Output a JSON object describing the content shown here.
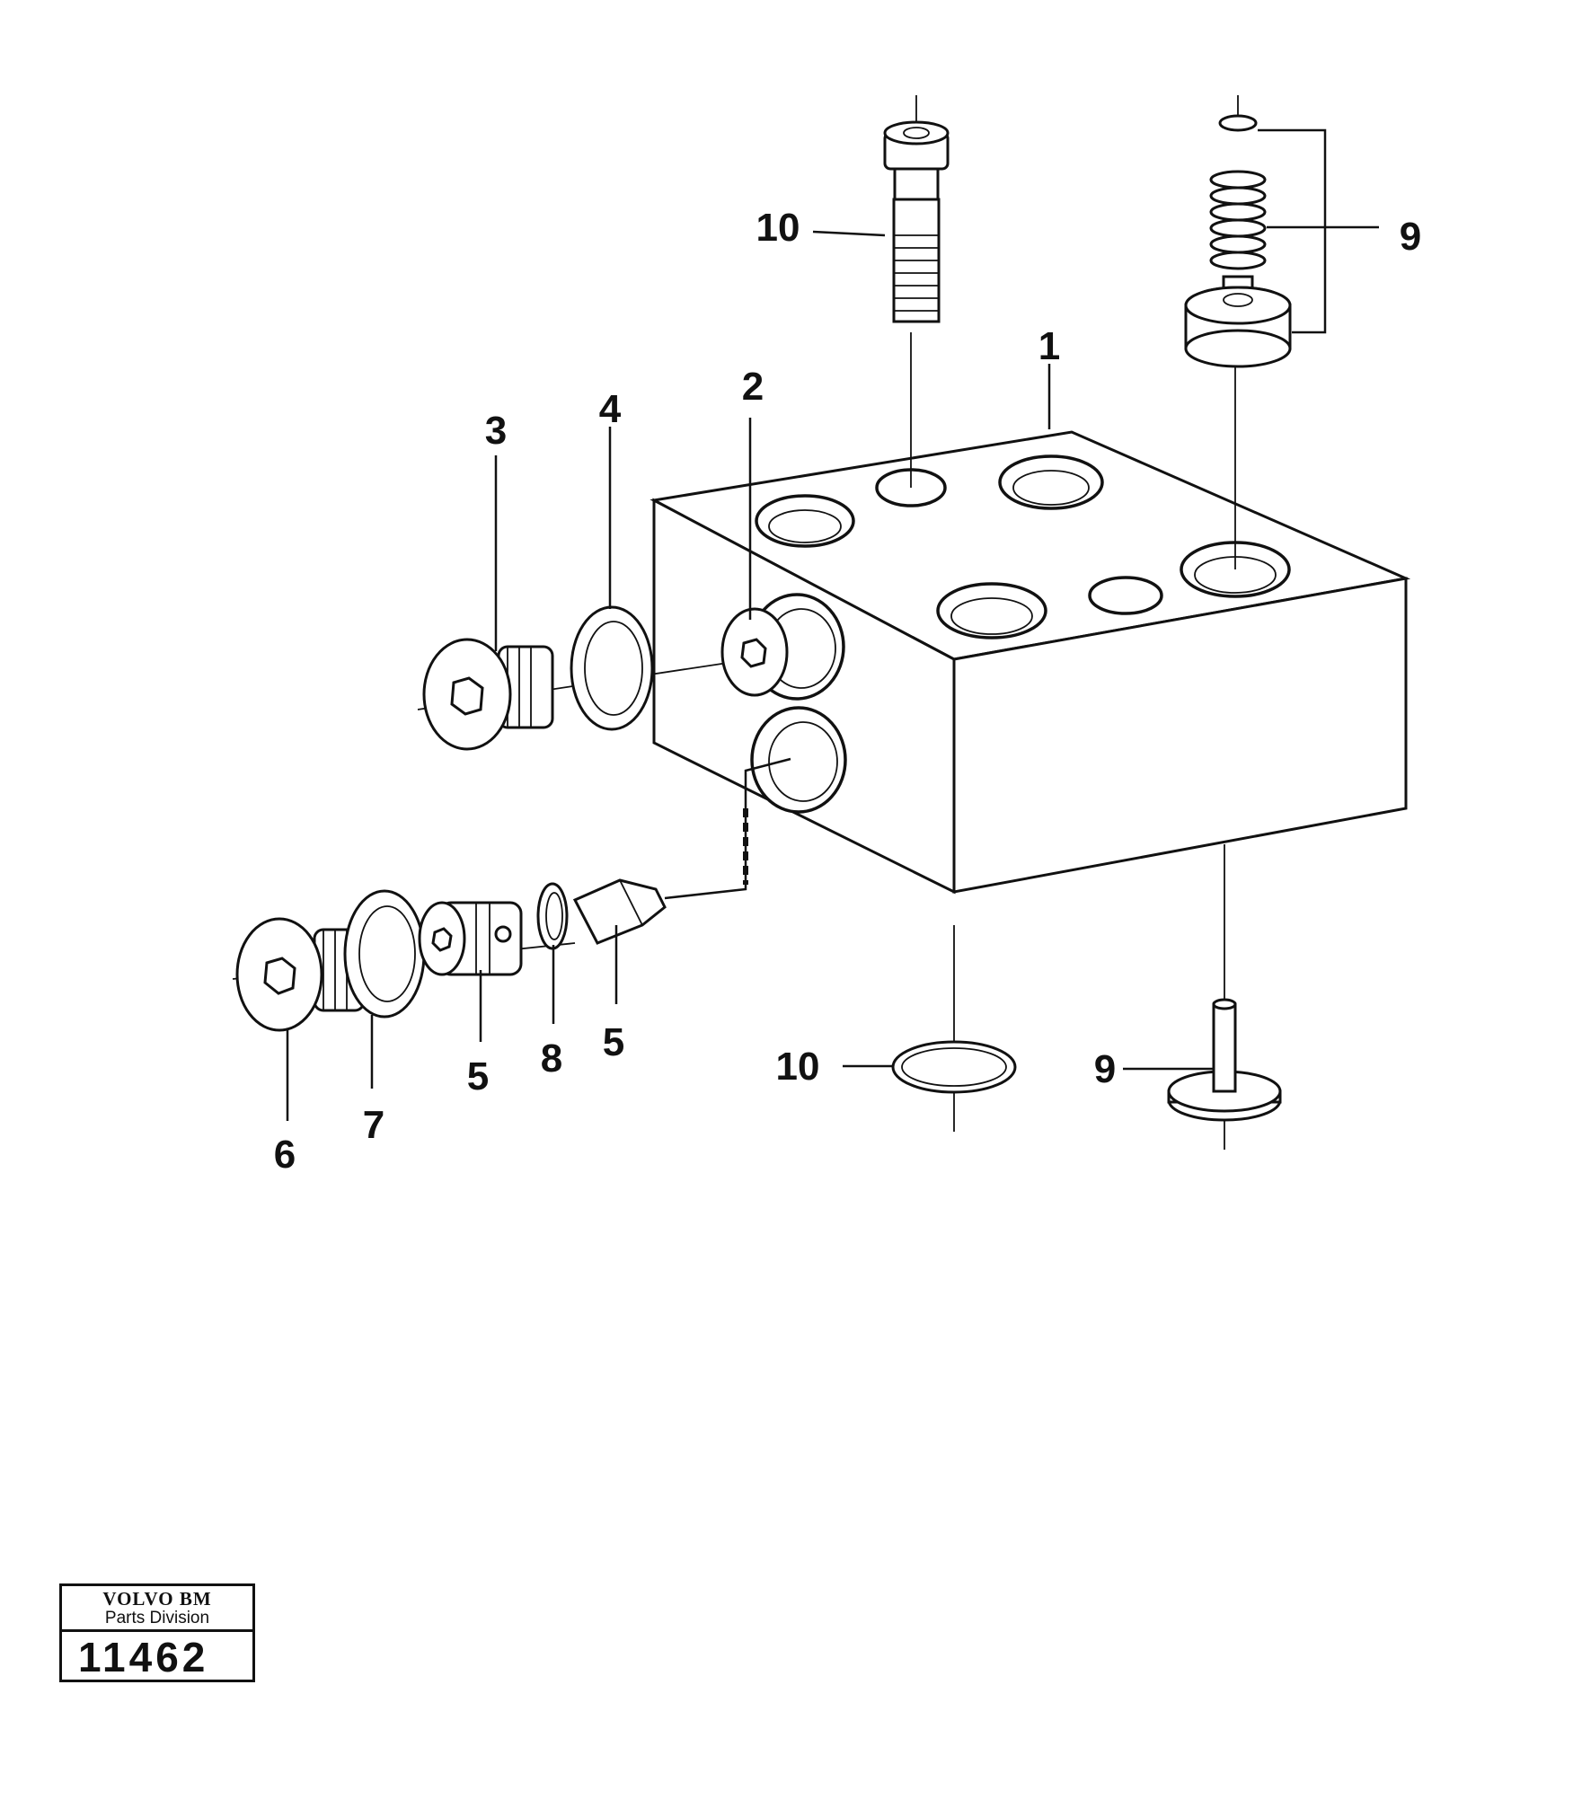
{
  "callouts": {
    "c1": "1",
    "c2": "2",
    "c3": "3",
    "c4": "4",
    "c5a": "5",
    "c5b": "5",
    "c6": "6",
    "c7": "7",
    "c8": "8",
    "c9_top": "9",
    "c9_bottom": "9",
    "c10_top": "10",
    "c10_bottom": "10"
  },
  "title_block": {
    "brand": "VOLVO BM",
    "division": "Parts Division",
    "number": "11462"
  }
}
